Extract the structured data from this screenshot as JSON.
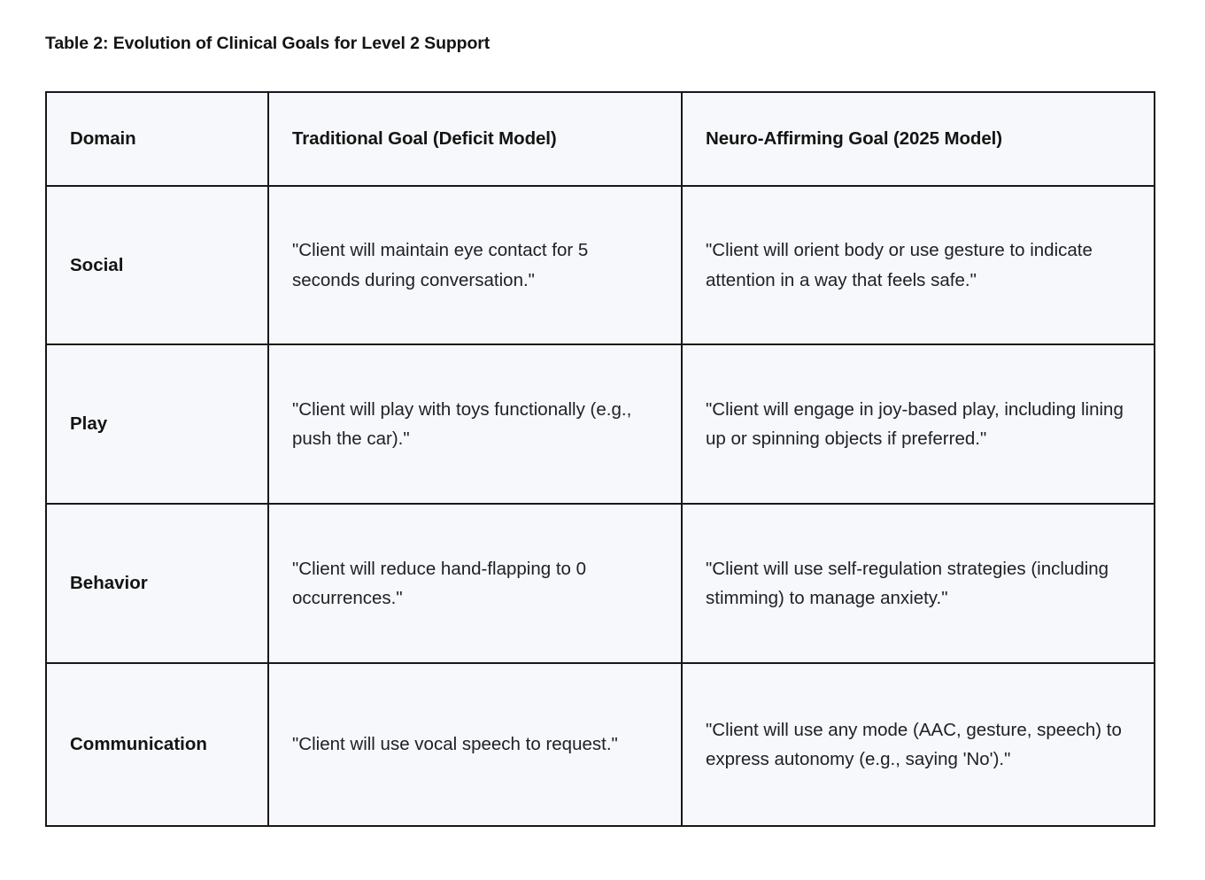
{
  "document": {
    "caption": "Table 2: Evolution of Clinical Goals for Level 2 Support",
    "background_color": "#ffffff",
    "cell_background_color": "#f7f8fb",
    "border_color": "#18181c",
    "text_color": "#202124"
  },
  "table": {
    "columns": [
      {
        "key": "domain",
        "header": "Domain"
      },
      {
        "key": "traditional",
        "header": "Traditional Goal (Deficit Model)"
      },
      {
        "key": "neuro",
        "header": "Neuro-Affirming Goal (2025 Model)"
      }
    ],
    "rows": [
      {
        "domain": "Social",
        "traditional": "\"Client will maintain eye contact for 5 seconds during conversation.\"",
        "neuro": "\"Client will orient body or use gesture to indicate attention in a way that feels safe.\""
      },
      {
        "domain": "Play",
        "traditional": "\"Client will play with toys functionally (e.g., push the car).\"",
        "neuro": "\"Client will engage in joy-based play, including lining up or spinning objects if preferred.\""
      },
      {
        "domain": "Behavior",
        "traditional": "\"Client will reduce hand-flapping to 0 occurrences.\"",
        "neuro": "\"Client will use self-regulation strategies (including stimming) to manage anxiety.\""
      },
      {
        "domain": "Communication",
        "traditional": "\"Client will use vocal speech to request.\"",
        "neuro": "\"Client will use any mode (AAC, gesture, speech) to express autonomy (e.g., saying 'No').\""
      }
    ]
  }
}
